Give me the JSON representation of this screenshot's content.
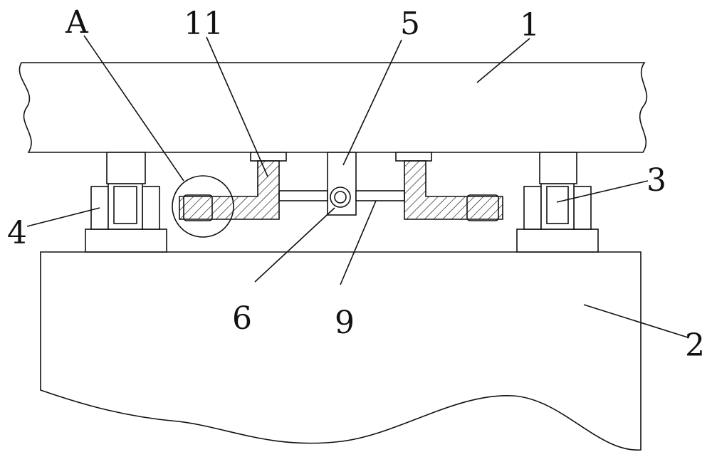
{
  "labels": {
    "A": "A",
    "part_11": "11",
    "part_5": "5",
    "part_1": "1",
    "part_3": "3",
    "part_4": "4",
    "part_6": "6",
    "part_9": "9",
    "part_2": "2"
  },
  "colors": {
    "line": "#111111",
    "background": "#ffffff"
  }
}
